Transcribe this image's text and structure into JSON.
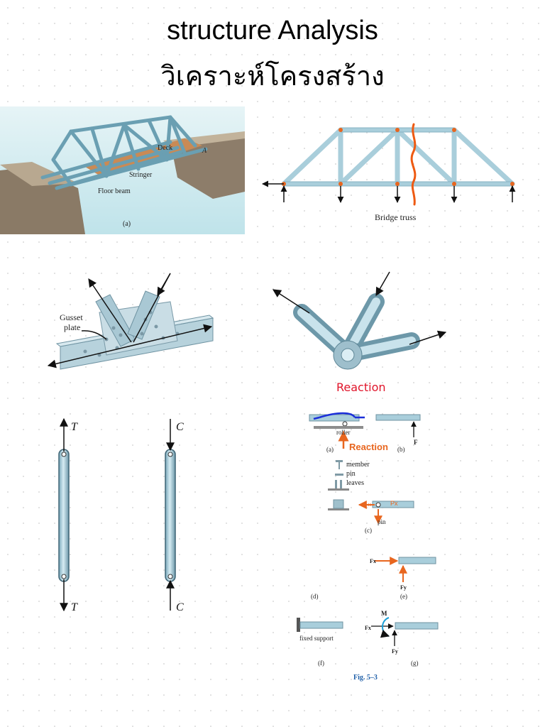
{
  "title": {
    "line1": "structure Analysis",
    "line2": "วิเคราะห์โครงสร้าง"
  },
  "bridge_photo": {
    "labels": {
      "deck": "Deck",
      "stringer": "Stringer",
      "floor_beam": "Floor beam",
      "point_a": "A",
      "caption": "(a)"
    }
  },
  "bridge_truss": {
    "caption": "Bridge truss"
  },
  "gusset": {
    "label_line1": "Gusset",
    "label_line2": "plate"
  },
  "reaction_top": "Reaction",
  "members": {
    "tension": "T",
    "compression": "C"
  },
  "supports": {
    "roller": "roller",
    "reaction_note": "Reaction",
    "force_f": "F",
    "caption_a": "(a)",
    "caption_b": "(b)",
    "legend_member": "member",
    "legend_pin": "pin",
    "legend_leaves": "leaves",
    "pin": "pin",
    "caption_c": "(c)",
    "fx": "Fx",
    "fy": "Fy",
    "caption_d": "(d)",
    "caption_e": "(e)",
    "fixed_support": "fixed support",
    "moment": "M",
    "caption_f": "(f)",
    "caption_g": "(g)",
    "figure": "Fig. 5–3"
  },
  "colors": {
    "steel": "#9fc6d4",
    "orange": "#e8661f",
    "red_ink": "#e0142a",
    "blue_ink": "#1b2fd9",
    "cyan_ink": "#1aa0d8"
  }
}
